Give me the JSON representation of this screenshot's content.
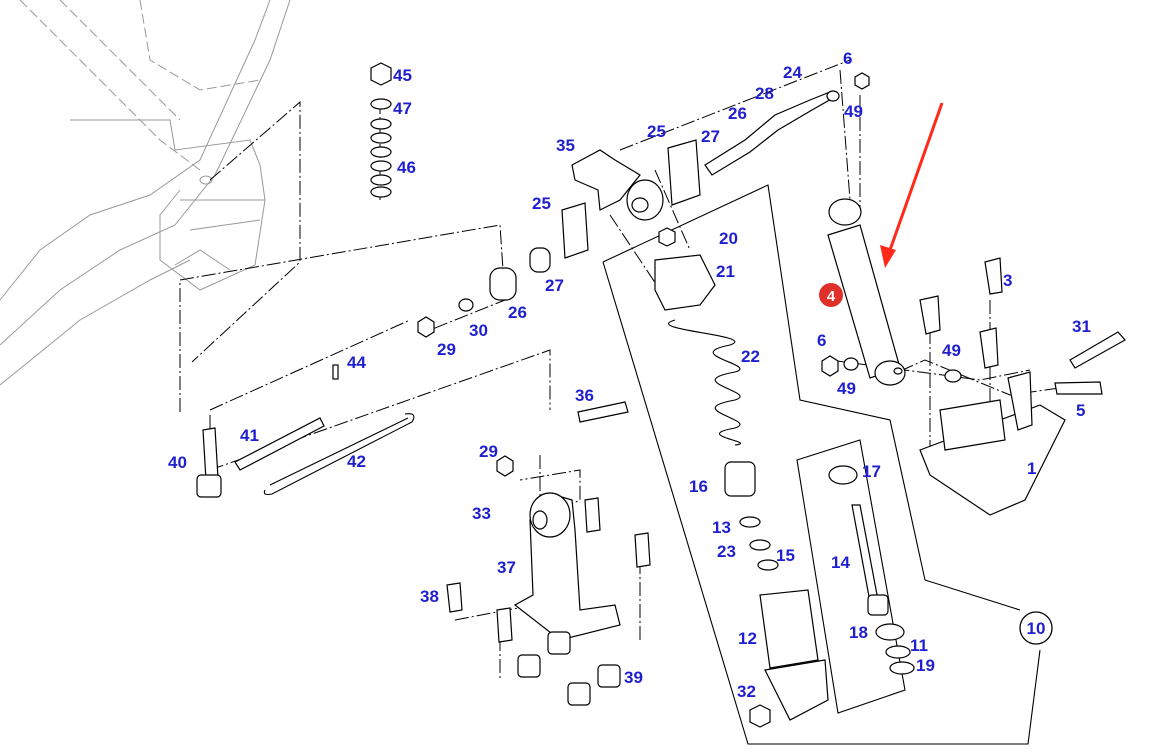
{
  "diagram": {
    "callouts": [
      "45",
      "47",
      "46",
      "35",
      "25",
      "25",
      "27",
      "26",
      "28",
      "24",
      "6",
      "49",
      "20",
      "21",
      "27",
      "26",
      "29",
      "30",
      "44",
      "36",
      "22",
      "3",
      "31",
      "6",
      "49",
      "49",
      "5",
      "1",
      "41",
      "40",
      "42",
      "29",
      "16",
      "17",
      "33",
      "13",
      "23",
      "15",
      "14",
      "37",
      "38",
      "18",
      "12",
      "11",
      "19",
      "32",
      "39"
    ],
    "highlighted_part": "4",
    "assembly_ref": "10",
    "colors": {
      "callout": "#1f1fd0",
      "highlight": "#e0302a",
      "arrow": "#ff2a1a"
    }
  }
}
